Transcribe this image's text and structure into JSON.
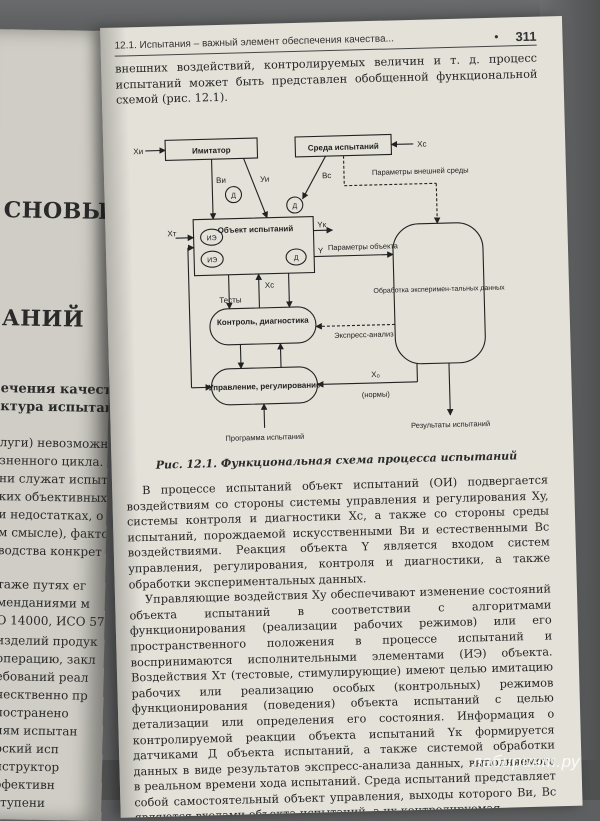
{
  "page": {
    "running_header": "12.1. Испытания – важный элемент обеспечения качества...",
    "bullet": "•",
    "page_number": "311",
    "intro": "внешних воздействий, контролируемых величин и т. д. процесс испытаний может быть представлен обобщенной функциональной схемой (рис. 12.1).",
    "caption": "Рис. 12.1. Функциональная схема процесса испытаний",
    "paragraphs": [
      "В процессе испытаний объект испытаний (ОИ) подвергается воздействиям со стороны системы управления и регулирования Xy, системы контроля и диагностики Xc, а также со стороны среды испытаний, порождаемой искусственными Ви и естественными Bc воздействиями. Реакция объекта Y является входом систем управления, регулирования, контроля и диагностики, а также обработки экспериментальных данных.",
      "Управляющие воздействия Xy обеспечивают изменение состояний объекта испытаний в соответствии с алгоритмами функционирования (реализации рабочих режимов) или его пространственного положения в процессе испытаний и воспринимаются исполнительными элементами (ИЭ) объекта. Воздействия Xт (тестовые, стимулирующие) имеют целью имитацию рабочих или реализацию особых (контрольных) режимов функционирования (поведения) объекта испытаний с целью детализации или определения его состояния. Информация о контролируемой реакции объекта испытаний Yк формируется датчиками Д объекта испытаний, а также системой обработки данных в виде результатов экспресс-анализа данных, выполняемого в реальном времени хода испытаний. Среда испытаний представляет собой самостоятельный объект управления, выходы которого Ви, Bc являются входами объекта испытаний, а их контролируемая"
    ]
  },
  "diagram": {
    "imitator": "Имитатор",
    "environment": "Среда испытаний",
    "object": "Объект испытаний",
    "control": "Контроль, диагностика",
    "management": "Управление, регулирование",
    "processing": "Обработка эксперимен-тальных данных",
    "ie": "ИЭ",
    "d": "Д",
    "x_i": "Xи",
    "x_c": "Xc",
    "x_t": "Xт",
    "v_i": "Ви",
    "u_i": "Уи",
    "v_c": "Вс",
    "y_k": "Yк",
    "y": "Y",
    "x_c2": "Xc",
    "tests": "Тесты",
    "env_params": "Параметры внешней среды",
    "obj_params": "Параметры объекта",
    "express": "Экспресс-анализ",
    "x0": "X₀",
    "norms": "(нормы)",
    "program": "Программа испытаний",
    "results": "Результаты испытаний"
  },
  "left_page": {
    "heading": "СНОВЫ",
    "heading2": "АНИЙ",
    "subhead1": "ечения качества",
    "subhead2": "ктура испытаний",
    "lines": [
      "луги) невозможн",
      "зненного цикла. Н",
      "ни служат испытан",
      "ких объективных",
      "и недостатках, о",
      "м смысле), факто",
      "водства конкрет",
      "таже путях ег",
      "менданиями м",
      "О 14000, ИСО 57",
      "изделий продук",
      "операцию, закл",
      "ебований реал",
      "ческтвенно пр",
      "постранено",
      "иям испытан",
      "рский исп",
      "нструктор",
      "рфективн",
      "ступени"
    ]
  },
  "watermark": "лабиринт.ру"
}
